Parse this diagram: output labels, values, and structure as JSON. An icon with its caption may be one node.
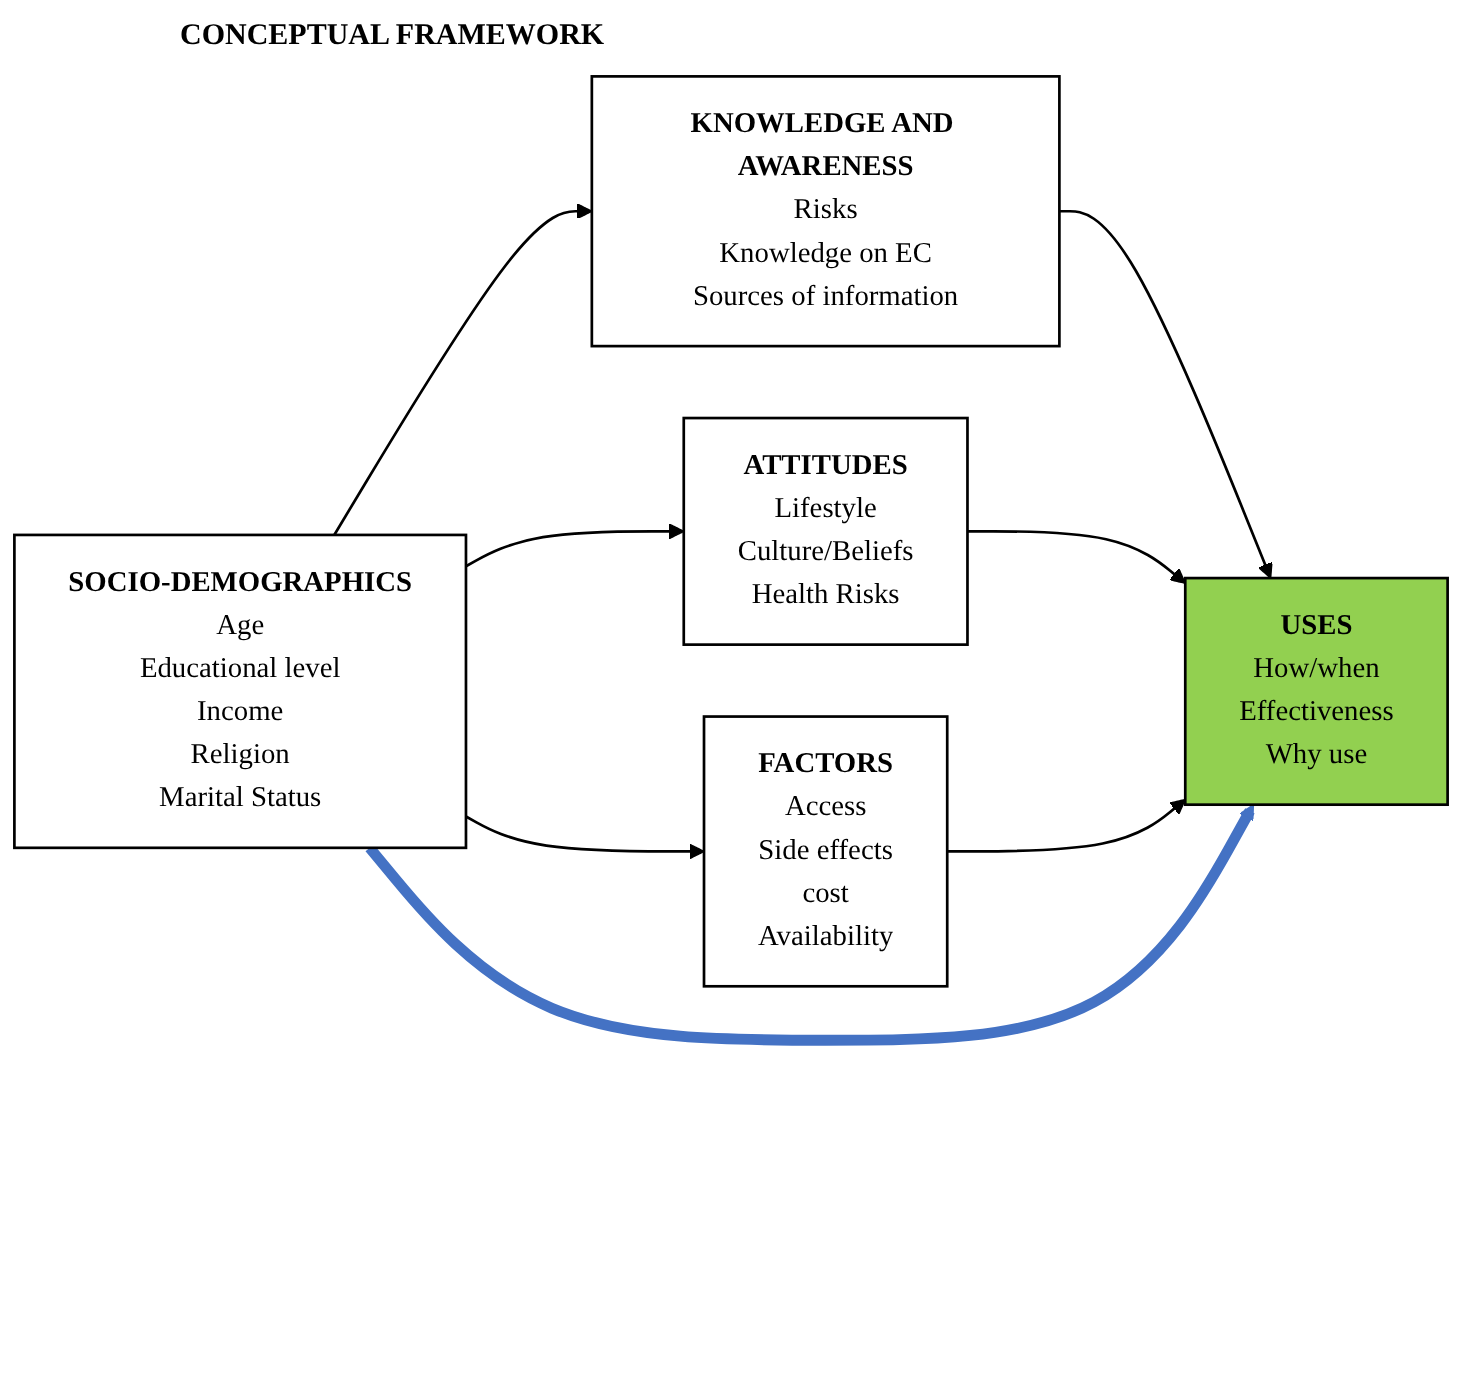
{
  "diagram": {
    "title": "CONCEPTUAL FRAMEWORK",
    "nodes": [
      {
        "text": [
          "SOCIO-DEMOGRAPHICS",
          "Age",
          "Educational level",
          "Income",
          "Religion",
          "Marital Status"
        ]
      },
      {
        "text": [
          "KNOWLEDGE AND AWARENESS",
          "Risks",
          "Knowledge on EC",
          "Sources of information"
        ]
      },
      {
        "text": [
          "ATTITUDES",
          "Lifestyle",
          "Culture/Beliefs",
          "Health Risks"
        ]
      },
      {
        "text": [
          "FACTORS",
          "Access",
          "Side effects",
          "cost",
          "Availability"
        ]
      },
      {
        "text": [
          "USES",
          "How/when",
          "Effectiveness",
          "Why use"
        ]
      }
    ],
    "edges": [
      {
        "from": 0,
        "to": 1,
        "arrow": "to"
      },
      {
        "from": 0,
        "to": 2,
        "arrow": "to"
      },
      {
        "from": 0,
        "to": 3,
        "arrow": "to"
      },
      {
        "from": 1,
        "to": 4,
        "arrow": "to"
      },
      {
        "from": 2,
        "to": 4,
        "arrow": "to"
      },
      {
        "from": 3,
        "to": 4,
        "arrow": "to"
      },
      {
        "from": 0,
        "to": 4,
        "arrow": "to",
        "style": "thick",
        "color": "#4472c4"
      }
    ]
  }
}
